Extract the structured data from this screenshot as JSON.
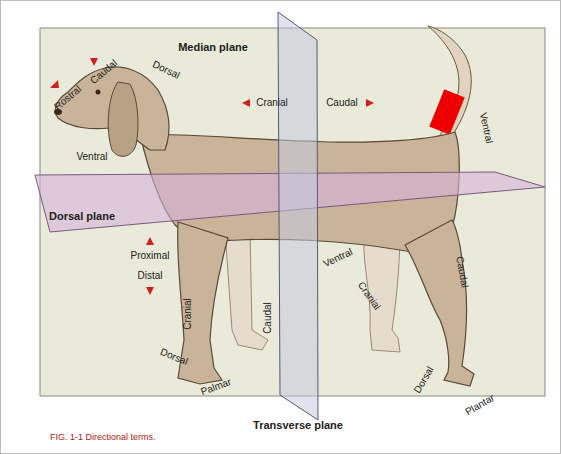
{
  "diagram": {
    "caption": "FIG. 1-1 Directional terms.",
    "labels": [
      "Median plane",
      "Rostral",
      "Caudal",
      "Dorsal",
      "Cranial",
      "Caudal",
      "Ventral",
      "Ventral",
      "Dorsal plane",
      "Proximal",
      "Distal",
      "Ventral",
      "Cranial",
      "Caudal",
      "Cranial",
      "Caudal",
      "Dorsal",
      "Palmar",
      "Dorsal",
      "Plantar",
      "Transverse plane"
    ]
  }
}
